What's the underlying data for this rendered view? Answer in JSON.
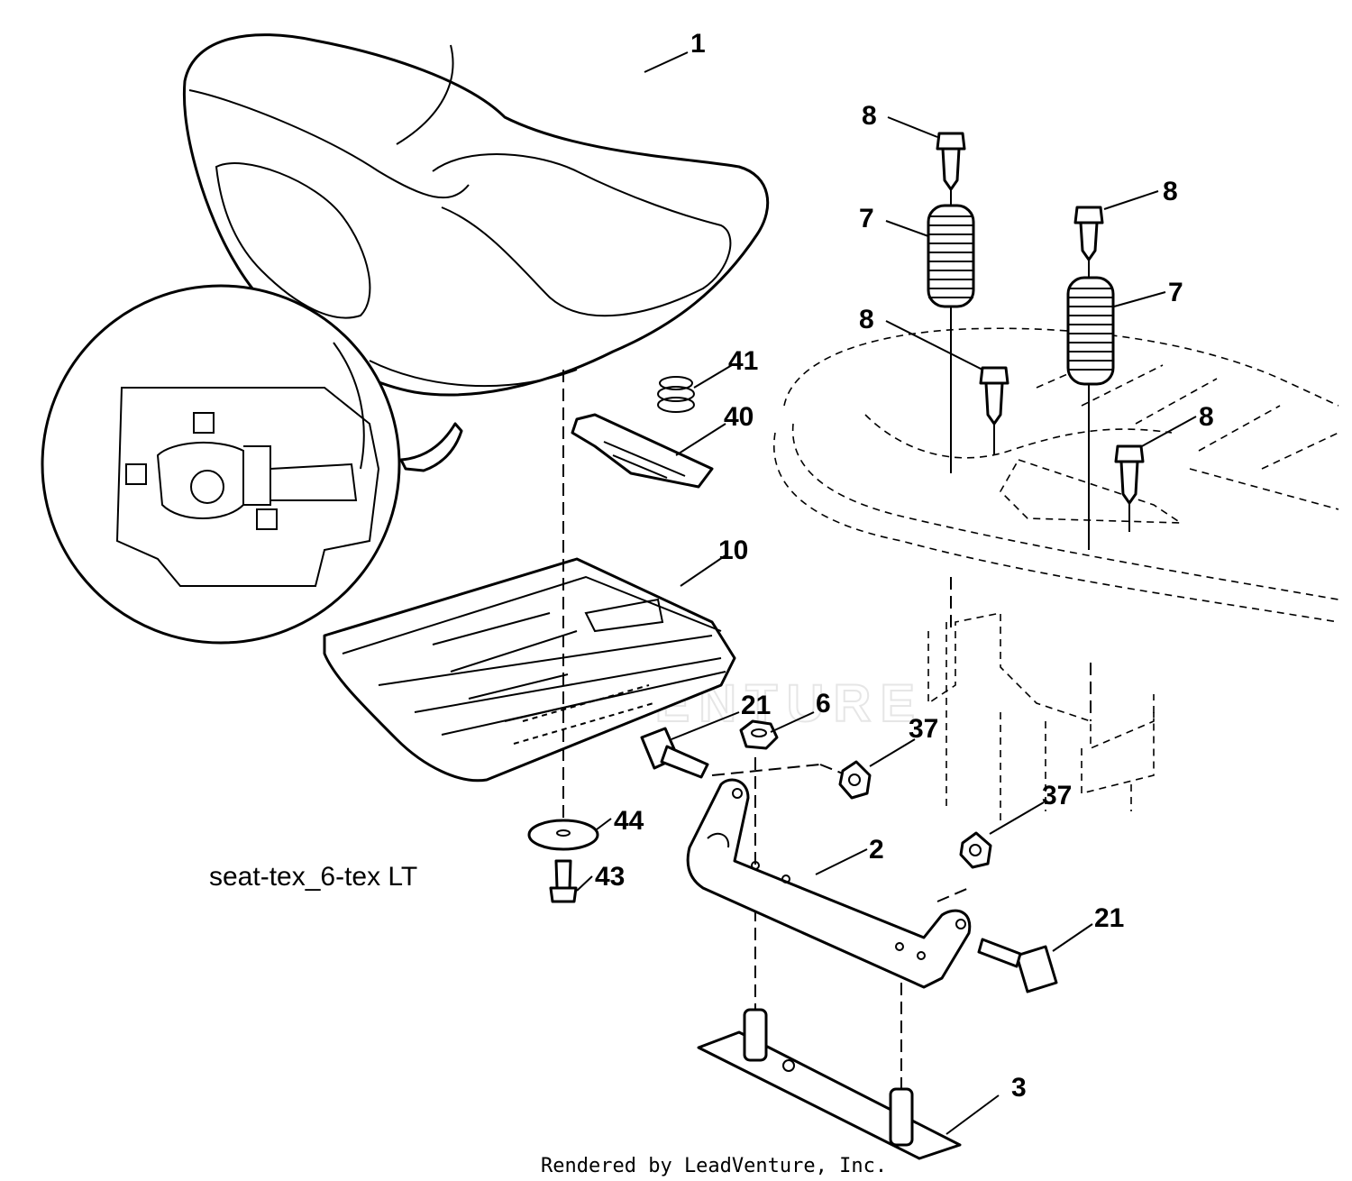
{
  "diagram": {
    "caption": "seat-tex_6-tex LT",
    "footer": "Rendered by LeadVenture, Inc.",
    "watermark": "LEADVENTURE"
  },
  "callouts": {
    "seat": "1",
    "mounting_bracket": "2",
    "base_plate": "3",
    "nut_6": "6",
    "spring_left": "7",
    "spring_right": "7",
    "bolt_8_top_left": "8",
    "bolt_8_top_right": "8",
    "bolt_8_mid_left": "8",
    "bolt_8_mid_right": "8",
    "seat_pan": "10",
    "bolt_21_left": "21",
    "bolt_21_right": "21",
    "nut_37_upper": "37",
    "nut_37_lower": "37",
    "clip_40": "40",
    "spring_41": "41",
    "screw_43": "43",
    "washer_44": "44"
  }
}
